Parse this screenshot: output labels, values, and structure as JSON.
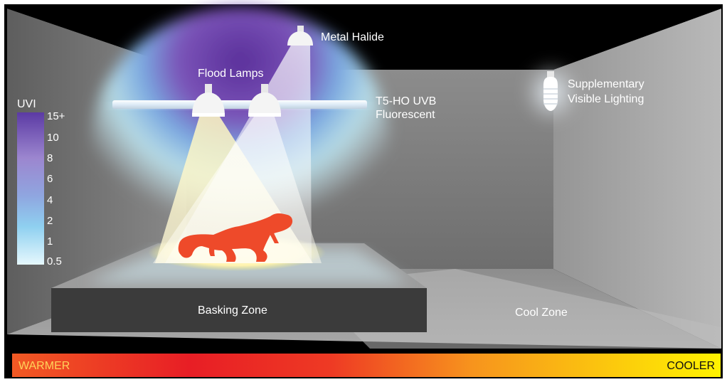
{
  "labels": {
    "metal_halide": "Metal Halide",
    "flood_lamps": "Flood Lamps",
    "t5_line1": "T5-HO UVB",
    "t5_line2": "Fluorescent",
    "supp_line1": "Supplementary",
    "supp_line2": "Visible Lighting",
    "basking_zone": "Basking Zone",
    "cool_zone": "Cool Zone"
  },
  "uvi_scale": {
    "title": "UVI",
    "ticks": [
      "15+",
      "10",
      "8",
      "6",
      "4",
      "2",
      "1",
      "0.5"
    ]
  },
  "temperature_bar": {
    "left_label": "WARMER",
    "right_label": "COOLER",
    "left_label_color": "#ffd25a",
    "right_label_color": "#111111",
    "colors": [
      "#e81e25",
      "#f0341f",
      "#f7941d",
      "#fff200"
    ]
  },
  "colors": {
    "background": "#000000",
    "wall": "#8f8f8f",
    "uv_purple": "#7b54b8",
    "uv_cyan": "#bfeaf6",
    "beam_yellow": "#fbf5b5",
    "lizard": "#ee4a2a"
  },
  "icons": [
    "metal-halide-lamp-icon",
    "flood-lamp-icon",
    "uvb-tube-icon",
    "supplementary-bulb-icon",
    "lizard-icon"
  ]
}
